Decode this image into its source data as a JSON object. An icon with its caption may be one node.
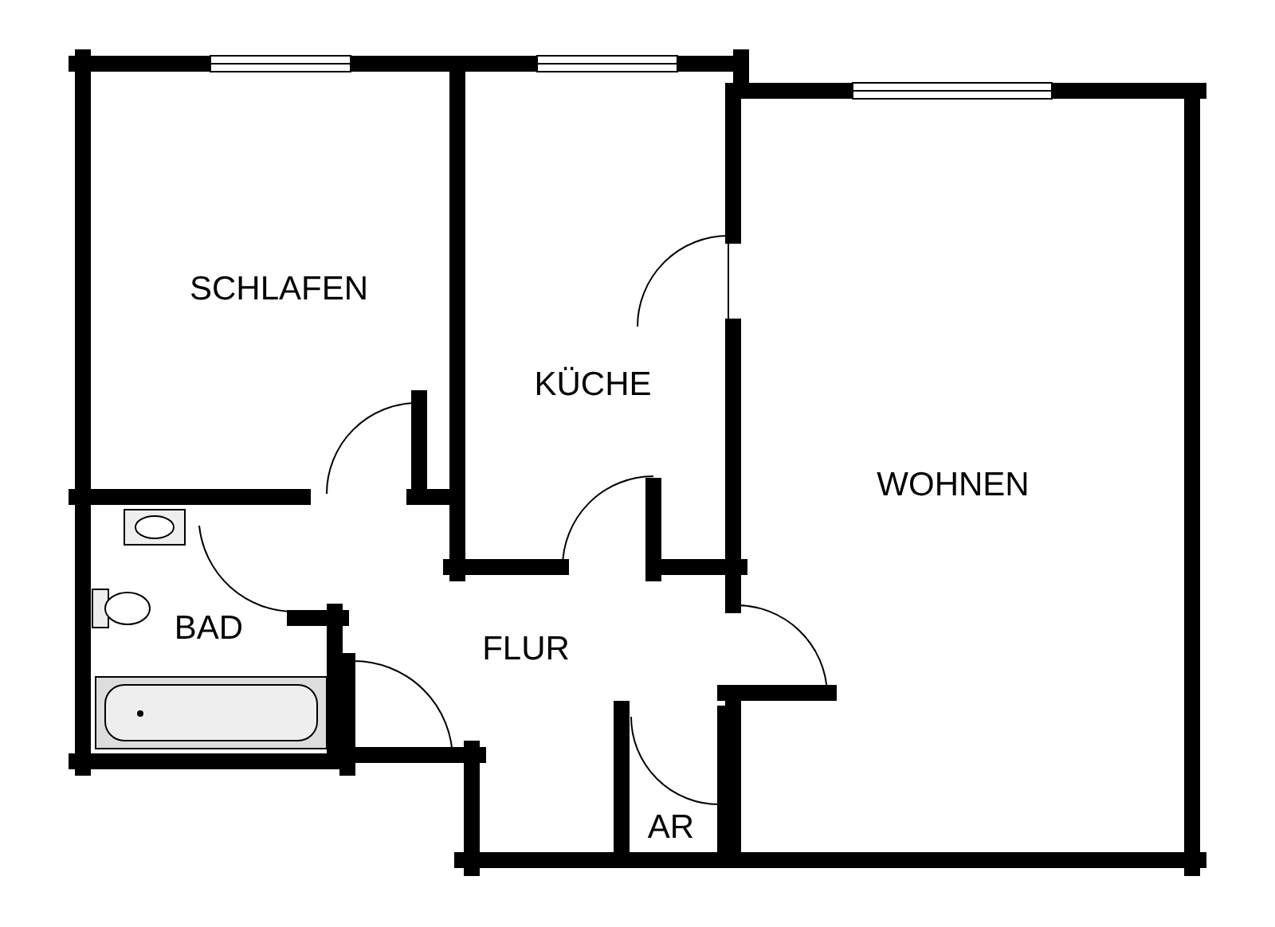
{
  "diagram": {
    "labels": [
      "SCHLAFEN",
      "KÜCHE",
      "WOHNEN",
      "BAD",
      "FLUR",
      "AR"
    ]
  }
}
